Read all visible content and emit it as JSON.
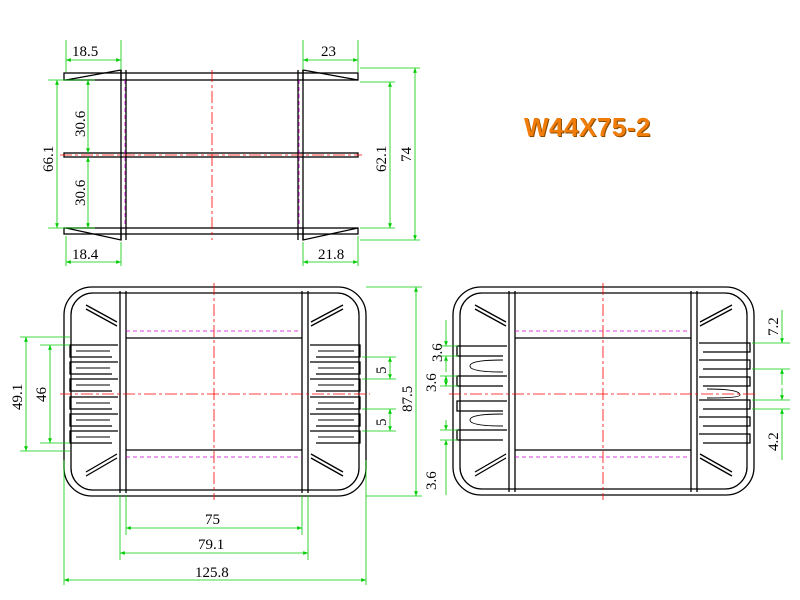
{
  "title": "W44X75-2",
  "colors": {
    "outline": "#000000",
    "dimension": "#00cc00",
    "centerline": "#ff0000",
    "hidden": "#cc00cc",
    "title": "#f07c0a"
  },
  "top_view": {
    "dims": {
      "flange_left_width": "18.5",
      "flange_right_width": "23",
      "bottom_left_width": "18.4",
      "bottom_right_width": "21.8",
      "upper_height": "30.6",
      "lower_height": "30.6",
      "overall_left_height": "66.1",
      "inner_right_height": "62.1",
      "overall_right_height": "74"
    }
  },
  "front_view": {
    "dims": {
      "left_outer_height": "49.1",
      "left_inner_height": "46",
      "slot_gap_upper": "5",
      "slot_gap_lower": "5",
      "overall_height": "87.5",
      "core_width": "75",
      "window_width": "79.1",
      "overall_width": "125.8"
    }
  },
  "side_view": {
    "dims": {
      "left_upper": "3.6",
      "left_middle": "3.6",
      "left_lower": "3.6",
      "right_upper": "7.2",
      "right_lower": "4.2"
    }
  }
}
